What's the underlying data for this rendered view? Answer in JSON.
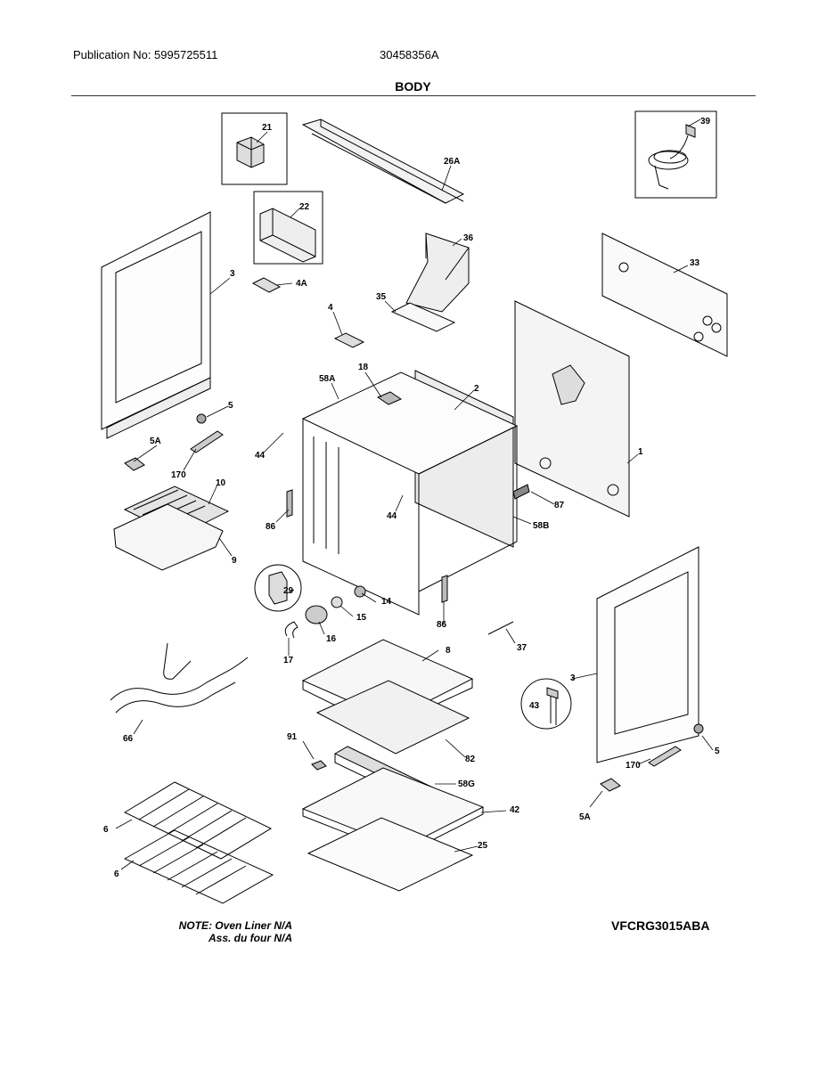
{
  "header": {
    "publication": "Publication No: 5995725511",
    "part_code": "30458356A",
    "title": "BODY"
  },
  "callouts": {
    "c1": "1",
    "c2": "2",
    "c3a": "3",
    "c3b": "3",
    "c4": "4",
    "c4a": "4A",
    "c5a": "5",
    "c5b": "5",
    "c5aa": "5A",
    "c5ab": "5A",
    "c6a": "6",
    "c6b": "6",
    "c8": "8",
    "c9": "9",
    "c10": "10",
    "c14": "14",
    "c15": "15",
    "c16": "16",
    "c17": "17",
    "c18": "18",
    "c21": "21",
    "c22": "22",
    "c25": "25",
    "c26a": "26A",
    "c29": "29",
    "c33": "33",
    "c35": "35",
    "c36": "36",
    "c37": "37",
    "c39": "39",
    "c42": "42",
    "c43": "43",
    "c44a": "44",
    "c44b": "44",
    "c58a": "58A",
    "c58b": "58B",
    "c58g": "58G",
    "c66": "66",
    "c82": "82",
    "c86a": "86",
    "c86b": "86",
    "c87": "87",
    "c91": "91",
    "c170a": "170",
    "c170b": "170"
  },
  "note": {
    "line1": "NOTE: Oven Liner N/A",
    "line2": "Ass. du four N/A"
  },
  "model_number": "VFCRG3015ABA"
}
